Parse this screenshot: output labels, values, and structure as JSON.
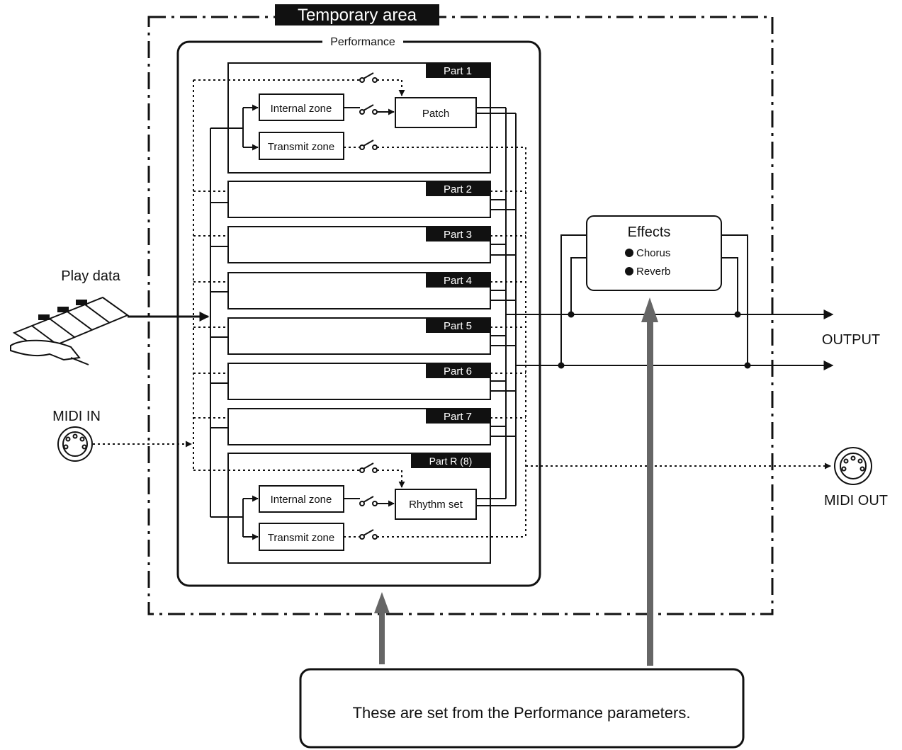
{
  "temporary_area": {
    "label": "Temporary area"
  },
  "performance": {
    "label": "Performance"
  },
  "parts": [
    {
      "label": "Part 1"
    },
    {
      "label": "Part 2"
    },
    {
      "label": "Part 3"
    },
    {
      "label": "Part 4"
    },
    {
      "label": "Part 5"
    },
    {
      "label": "Part 6"
    },
    {
      "label": "Part 7"
    },
    {
      "label": "Part R (8)"
    }
  ],
  "part1": {
    "internal_zone": "Internal zone",
    "transmit_zone": "Transmit zone",
    "patch": "Patch"
  },
  "rhythm_part": {
    "internal_zone": "Internal zone",
    "transmit_zone": "Transmit zone",
    "rhythm_set": "Rhythm set"
  },
  "effects": {
    "title": "Effects",
    "items": [
      "Chorus",
      "Reverb"
    ]
  },
  "io": {
    "play_data": "Play data",
    "midi_in": "MIDI IN",
    "output": "OUTPUT",
    "midi_out": "MIDI OUT"
  },
  "note": {
    "text": "These are set from the Performance parameters."
  },
  "icons": [
    "keyboard-hand-icon",
    "midi-in-connector-icon",
    "midi-out-connector-icon"
  ]
}
